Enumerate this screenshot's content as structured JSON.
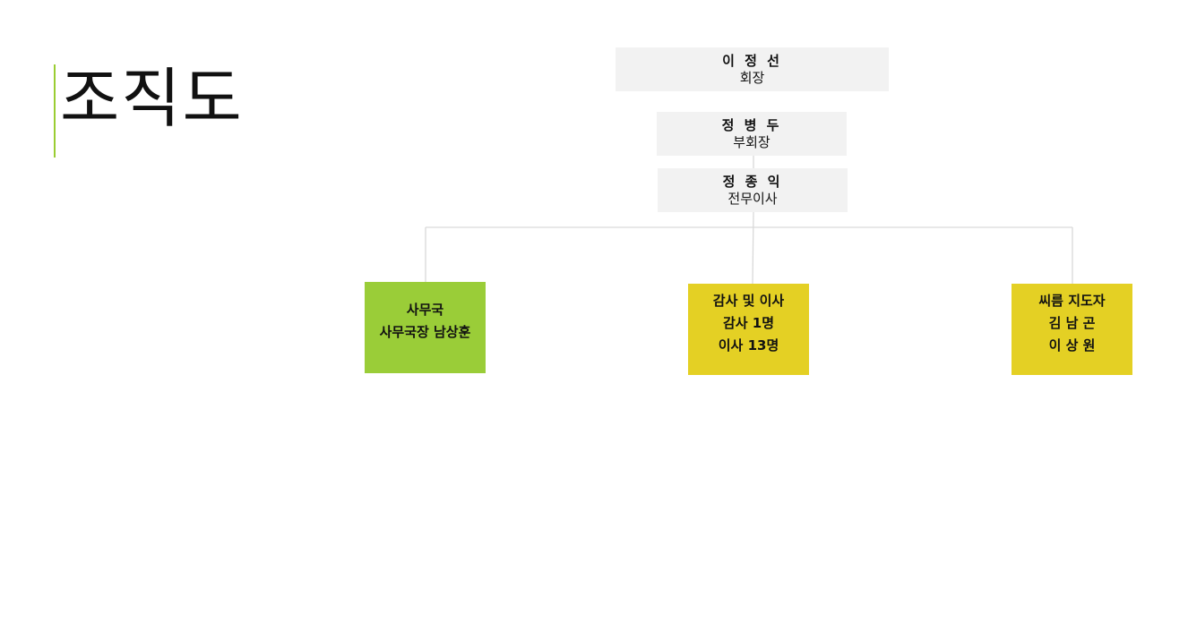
{
  "title": "조직도",
  "colors": {
    "accent": "#9acd32",
    "gray_box": "#f2f2f2",
    "green_box": "#9acd38",
    "yellow_box": "#e4d024",
    "line": "#d9d9d9"
  },
  "chart": {
    "chairman": {
      "name": "이 정 선",
      "role": "회장"
    },
    "vice_chairman": {
      "name": "정 병 두",
      "role": "부회장"
    },
    "managing_director": {
      "name": "정 종 익",
      "role": "전무이사"
    },
    "departments": [
      {
        "lines": [
          "사무국",
          "사무국장 남상훈"
        ]
      },
      {
        "lines": [
          "감사 및 이사",
          "감사 1명",
          "이사 13명"
        ]
      },
      {
        "lines": [
          "씨름 지도자",
          "김 남 곤",
          "이 상 원"
        ]
      }
    ]
  }
}
